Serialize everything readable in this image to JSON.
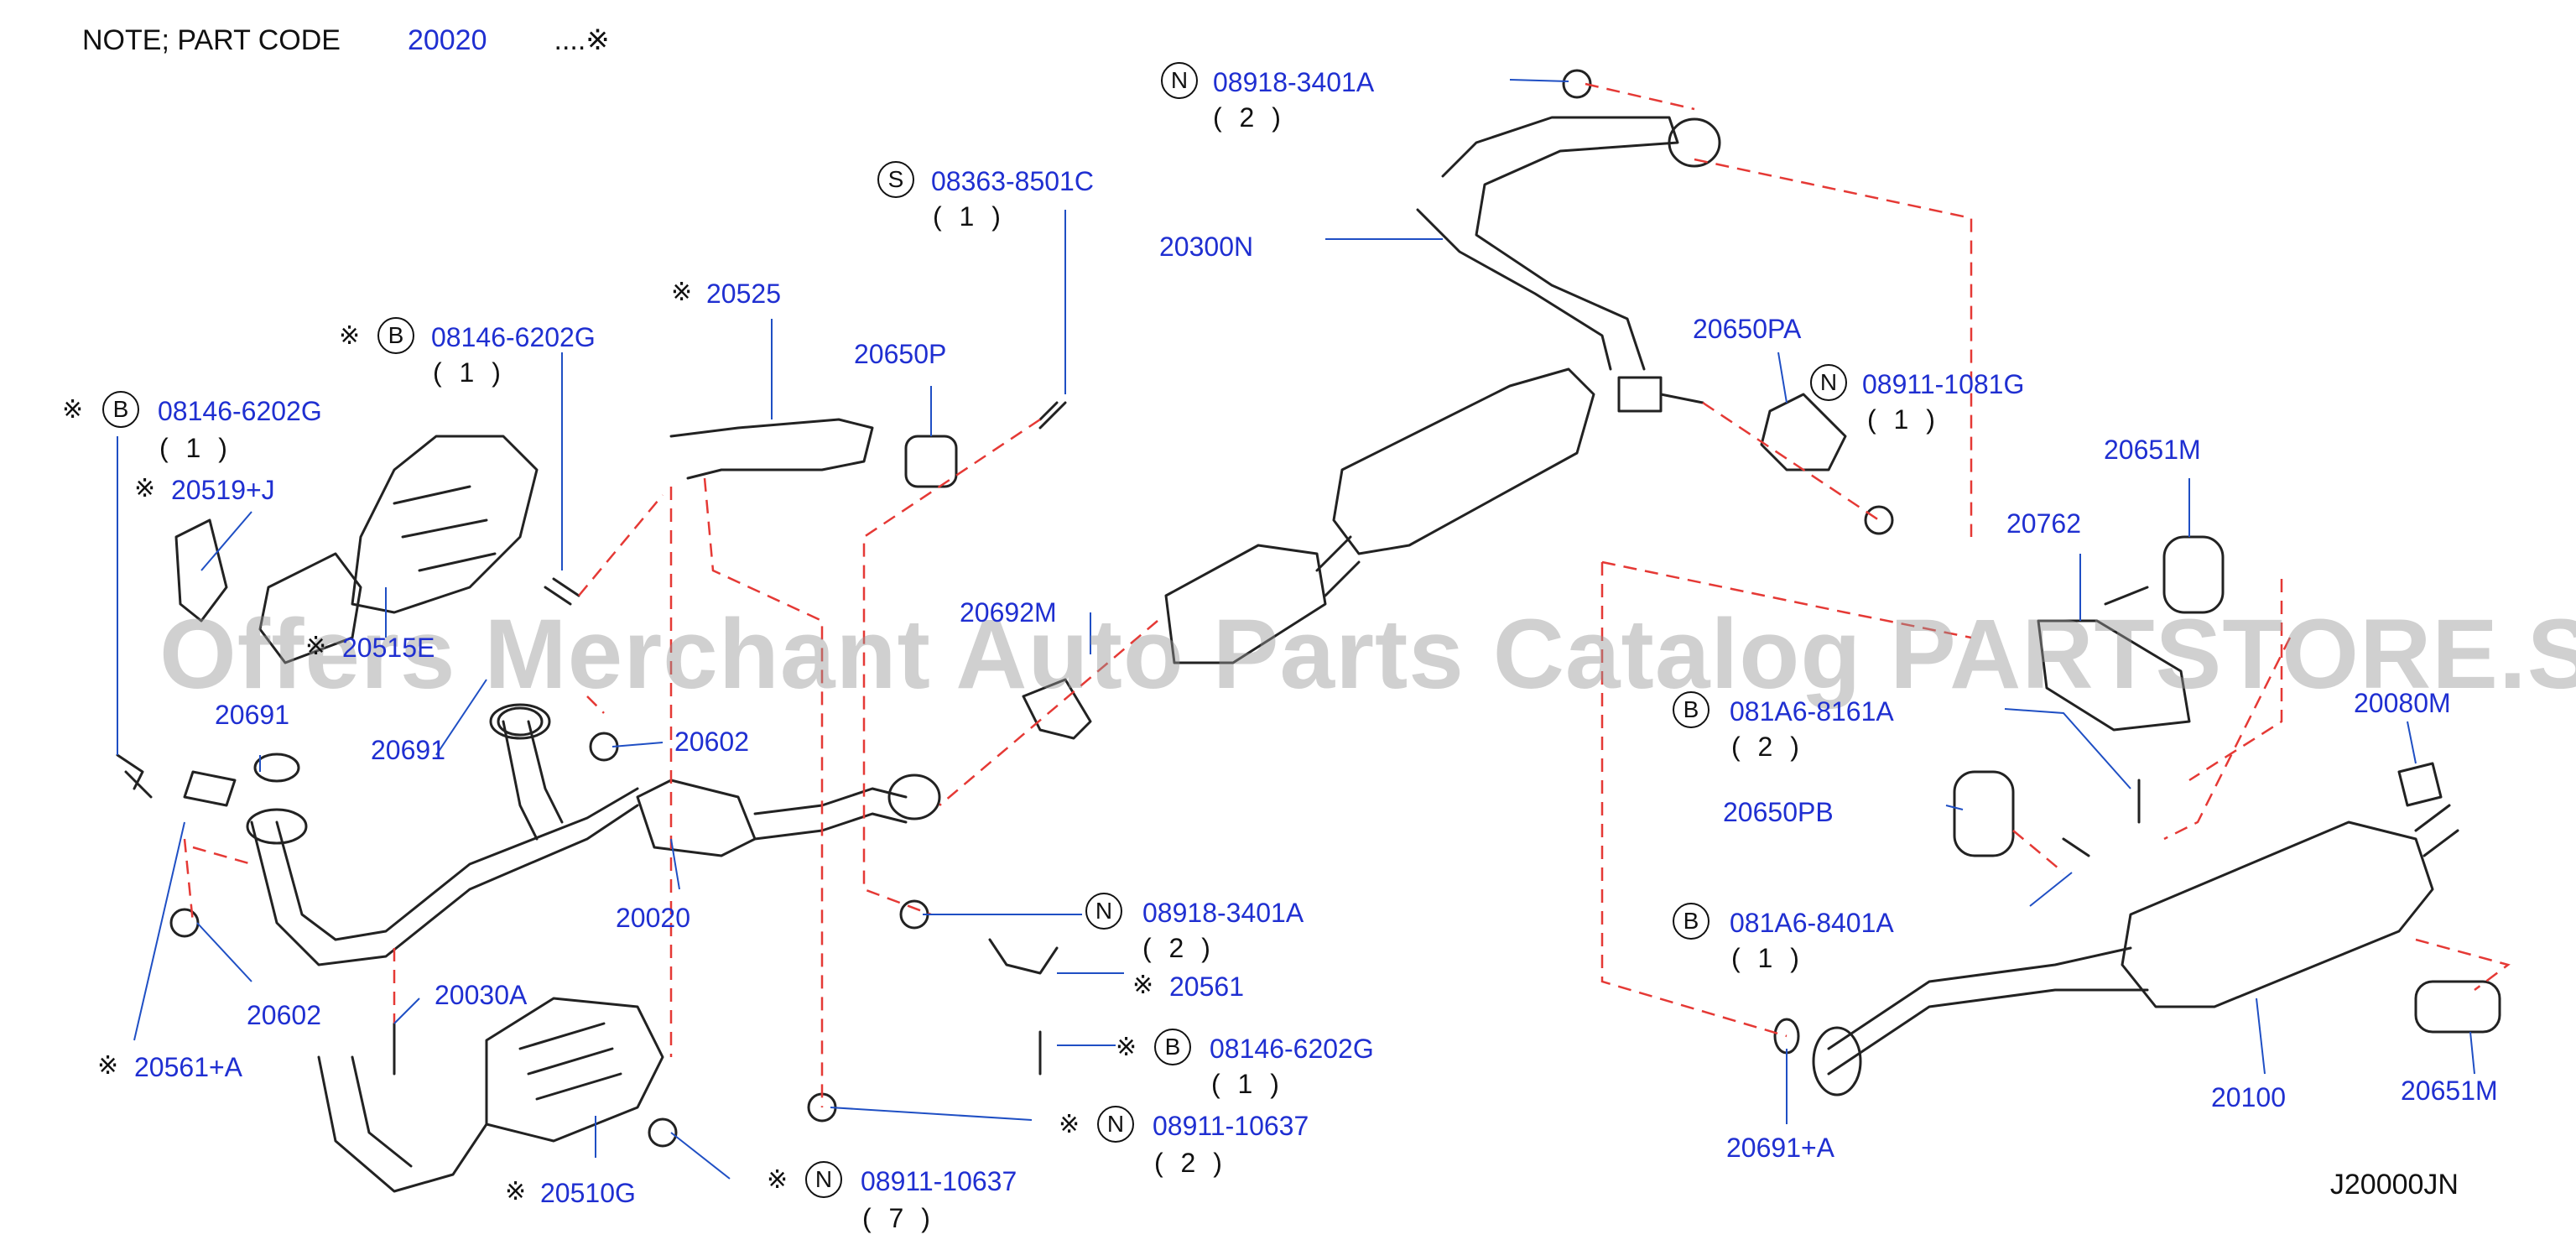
{
  "note": {
    "prefix": "NOTE;  PART  CODE",
    "code": "20020",
    "suffix": "....※"
  },
  "watermark": "Offers Merchant Auto Parts Catalog PARTSTORE.SA",
  "diagram_ref": "J20000JN",
  "symbols": {
    "asterisk": "※"
  },
  "callouts": {
    "n_08918_top": {
      "letter": "N",
      "part": "08918-3401A",
      "qty": "( 2 )"
    },
    "s_08363": {
      "letter": "S",
      "part": "08363-8501C",
      "qty": "( 1 )"
    },
    "p_20300N": {
      "part": "20300N"
    },
    "p_20525": {
      "part": "20525"
    },
    "p_20650P": {
      "part": "20650P"
    },
    "b_08146_a": {
      "letter": "B",
      "part": "08146-6202G",
      "qty": "( 1 )"
    },
    "b_08146_b": {
      "letter": "B",
      "part": "08146-6202G",
      "qty": "( 1 )"
    },
    "p_20519J": {
      "part": "20519+J"
    },
    "p_20515E": {
      "part": "20515E"
    },
    "p_20650PA": {
      "part": "20650PA"
    },
    "n_08911_1081": {
      "letter": "N",
      "part": "08911-1081G",
      "qty": "( 1 )"
    },
    "p_20651M_top": {
      "part": "20651M"
    },
    "p_20762": {
      "part": "20762"
    },
    "p_20692M": {
      "part": "20692M"
    },
    "p_20691_a": {
      "part": "20691"
    },
    "p_20691_b": {
      "part": "20691"
    },
    "p_20602_a": {
      "part": "20602"
    },
    "p_20602_b": {
      "part": "20602"
    },
    "b_081A6_8161": {
      "letter": "B",
      "part": "081A6-8161A",
      "qty": "( 2 )"
    },
    "p_20080M": {
      "part": "20080M"
    },
    "p_20650PB": {
      "part": "20650PB"
    },
    "p_20020": {
      "part": "20020"
    },
    "n_08918_mid": {
      "letter": "N",
      "part": "08918-3401A",
      "qty": "( 2 )"
    },
    "b_081A6_8401": {
      "letter": "B",
      "part": "081A6-8401A",
      "qty": "( 1 )"
    },
    "p_20561": {
      "part": "20561"
    },
    "p_20030A": {
      "part": "20030A"
    },
    "p_20561A": {
      "part": "20561+A"
    },
    "b_08146_c": {
      "letter": "B",
      "part": "08146-6202G",
      "qty": "( 1 )"
    },
    "n_08911_10637_a": {
      "letter": "N",
      "part": "08911-10637",
      "qty": "( 2 )"
    },
    "n_08911_10637_b": {
      "letter": "N",
      "part": "08911-10637",
      "qty": "( 7 )"
    },
    "p_20510G": {
      "part": "20510G"
    },
    "p_20100": {
      "part": "20100"
    },
    "p_20651M_bot": {
      "part": "20651M"
    },
    "p_20691A": {
      "part": "20691+A"
    }
  }
}
